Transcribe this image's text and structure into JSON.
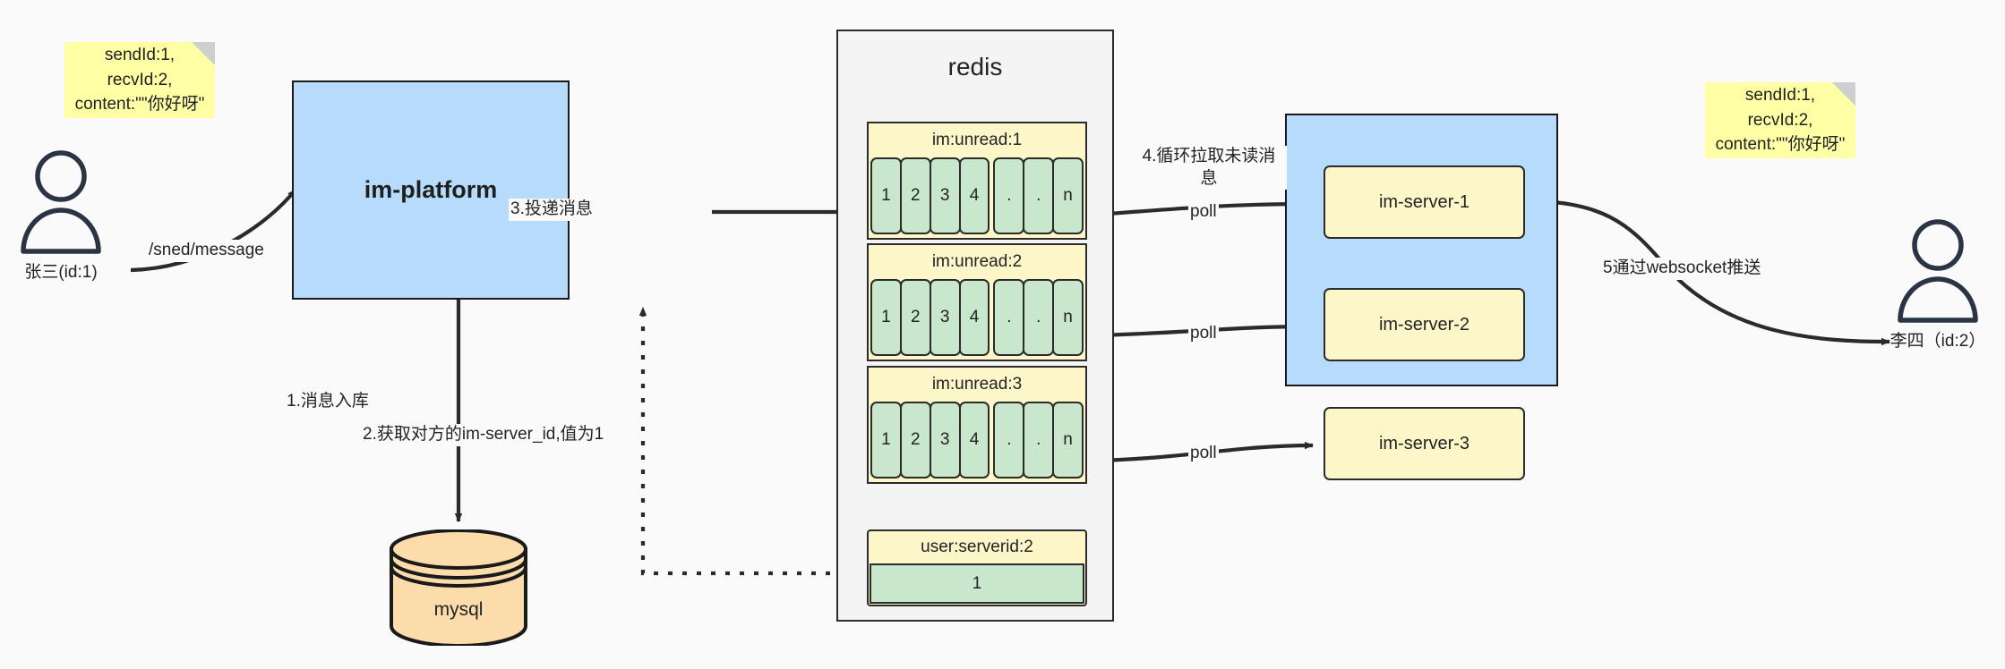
{
  "diagram": {
    "background": "#fafafa",
    "accent_blue": "#b7dcfb",
    "accent_yellow": "#fcf6c8",
    "accent_green": "#c9e7cc",
    "accent_sticky": "#ffffa6",
    "accent_orange": "#fcdcab",
    "stroke": "#2b2b2b"
  },
  "sticky_left": {
    "text": "sendId:1,\nrecvId:2,\ncontent:\"\"你好呀\""
  },
  "sticky_right": {
    "text": "sendId:1,\nrecvId:2,\ncontent:\"\"你好呀\""
  },
  "actor_left": {
    "caption": "张三(id:1)"
  },
  "actor_right": {
    "caption": "李四（id:2）"
  },
  "platform": {
    "label": "im-platform"
  },
  "database": {
    "label": "mysql"
  },
  "redis": {
    "title": "redis",
    "keys": [
      {
        "name": "im:unread:1",
        "cells": [
          "1",
          "2",
          "3",
          "4",
          ".",
          ".",
          "n"
        ]
      },
      {
        "name": "im:unread:2",
        "cells": [
          "1",
          "2",
          "3",
          "4",
          ".",
          ".",
          "n"
        ]
      },
      {
        "name": "im:unread:3",
        "cells": [
          "1",
          "2",
          "3",
          "4",
          ".",
          ".",
          "n"
        ]
      }
    ],
    "kv": {
      "key": "user:serverid:2",
      "value": "1"
    }
  },
  "servers": {
    "items": [
      {
        "label": "im-server-1"
      },
      {
        "label": "im-server-2"
      },
      {
        "label": "im-server-3"
      }
    ]
  },
  "edges": {
    "send_message": "/sned/message",
    "step1": "1.消息入库",
    "step2": "2.获取对方的im-server_id,值为1",
    "step3": "3.投递消息",
    "step4": "4.循环拉取未读消\n息",
    "poll1": "poll",
    "poll2": "poll",
    "poll3": "poll",
    "step5": "5通过websocket推送"
  }
}
